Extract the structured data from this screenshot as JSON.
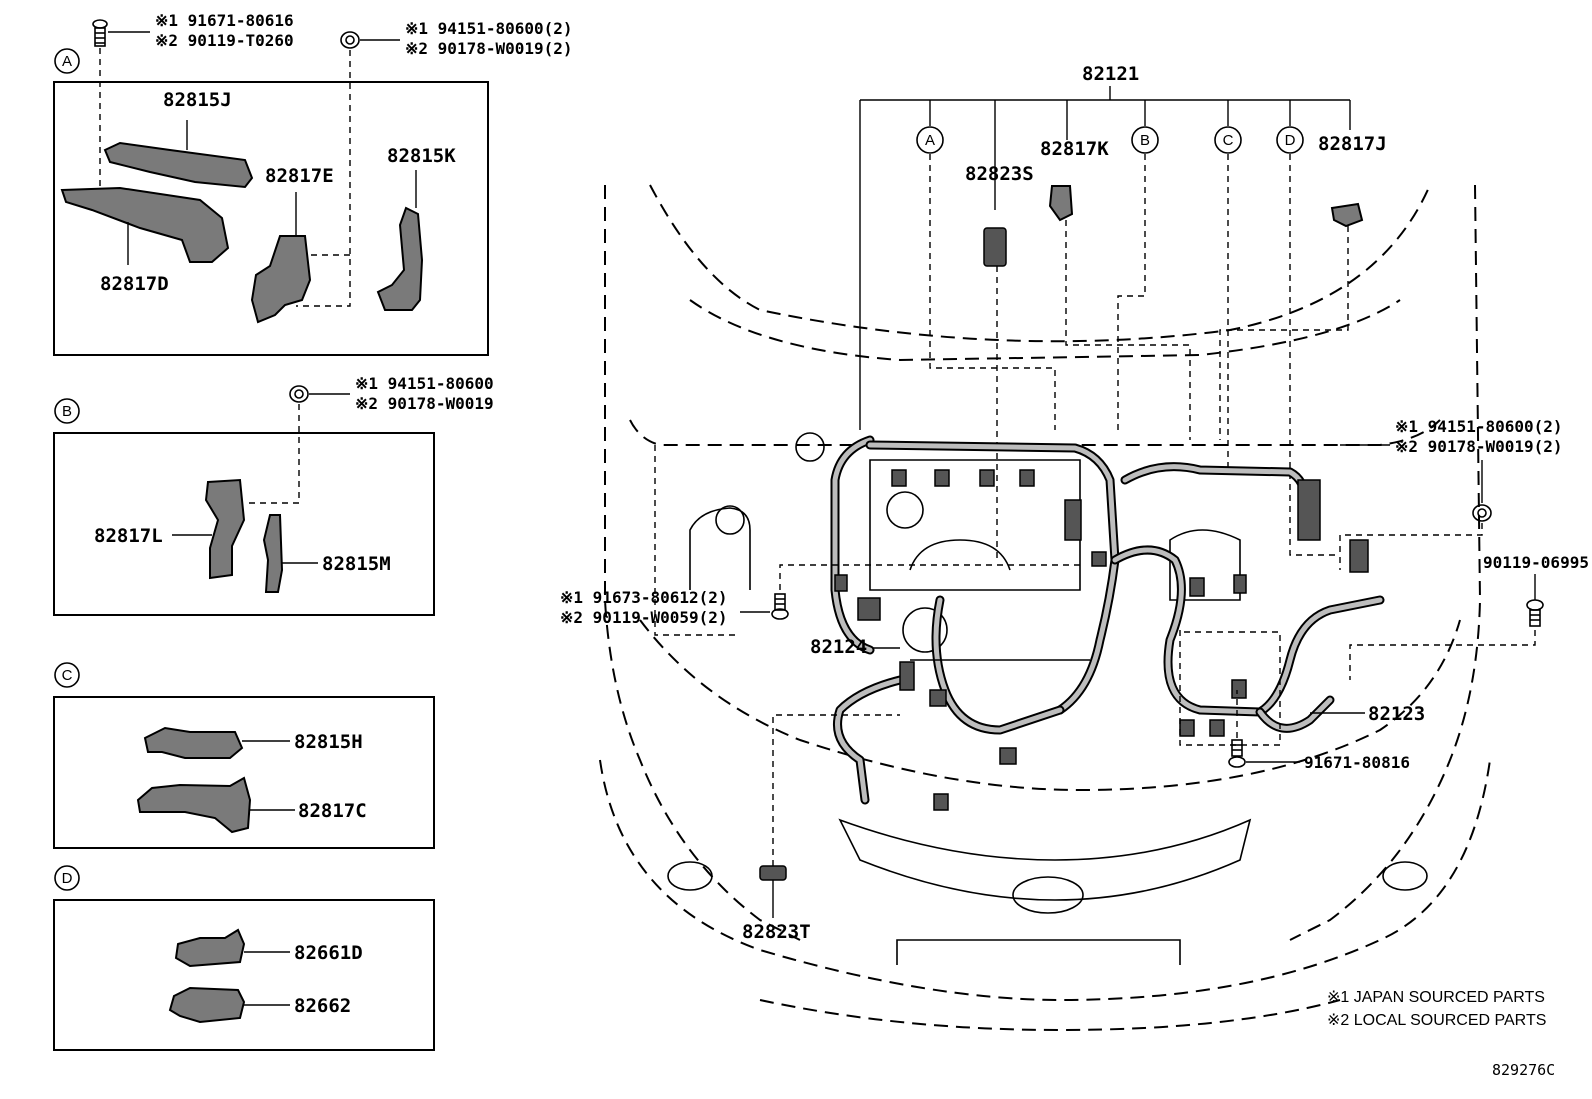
{
  "sections": {
    "A": {
      "label": "A",
      "fasteners": [
        {
          "line1": "※1 91671-80616",
          "line2": "※2 90119-T0260"
        },
        {
          "line1": "※1 94151-80600(2)",
          "line2": "※2 90178-W0019(2)"
        }
      ],
      "parts": [
        "82815J",
        "82817E",
        "82815K",
        "82817D"
      ]
    },
    "B": {
      "label": "B",
      "fasteners": [
        {
          "line1": "※1 94151-80600",
          "line2": "※2 90178-W0019"
        }
      ],
      "parts": [
        "82817L",
        "82815M"
      ]
    },
    "C": {
      "label": "C",
      "parts": [
        "82815H",
        "82817C"
      ]
    },
    "D": {
      "label": "D",
      "parts": [
        "82661D",
        "82662"
      ]
    }
  },
  "main": {
    "harness_main": "82121",
    "callouts": [
      "A",
      "B",
      "C",
      "D"
    ],
    "parts": [
      "82823S",
      "82817K",
      "82817J",
      "82124",
      "82123",
      "82823T"
    ],
    "fastener_left": {
      "line1": "※1 91673-80612(2)",
      "line2": "※2 90119-W0059(2)"
    },
    "fastener_right_top": {
      "line1": "※1 94151-80600(2)",
      "line2": "※2 90178-W0019(2)"
    },
    "fastener_right": "90119-06995",
    "fastener_bottom": "91671-80816"
  },
  "notes": {
    "note1": "※1 JAPAN SOURCED PARTS",
    "note2": "※2 LOCAL SOURCED PARTS"
  },
  "ref_code": "829276C"
}
